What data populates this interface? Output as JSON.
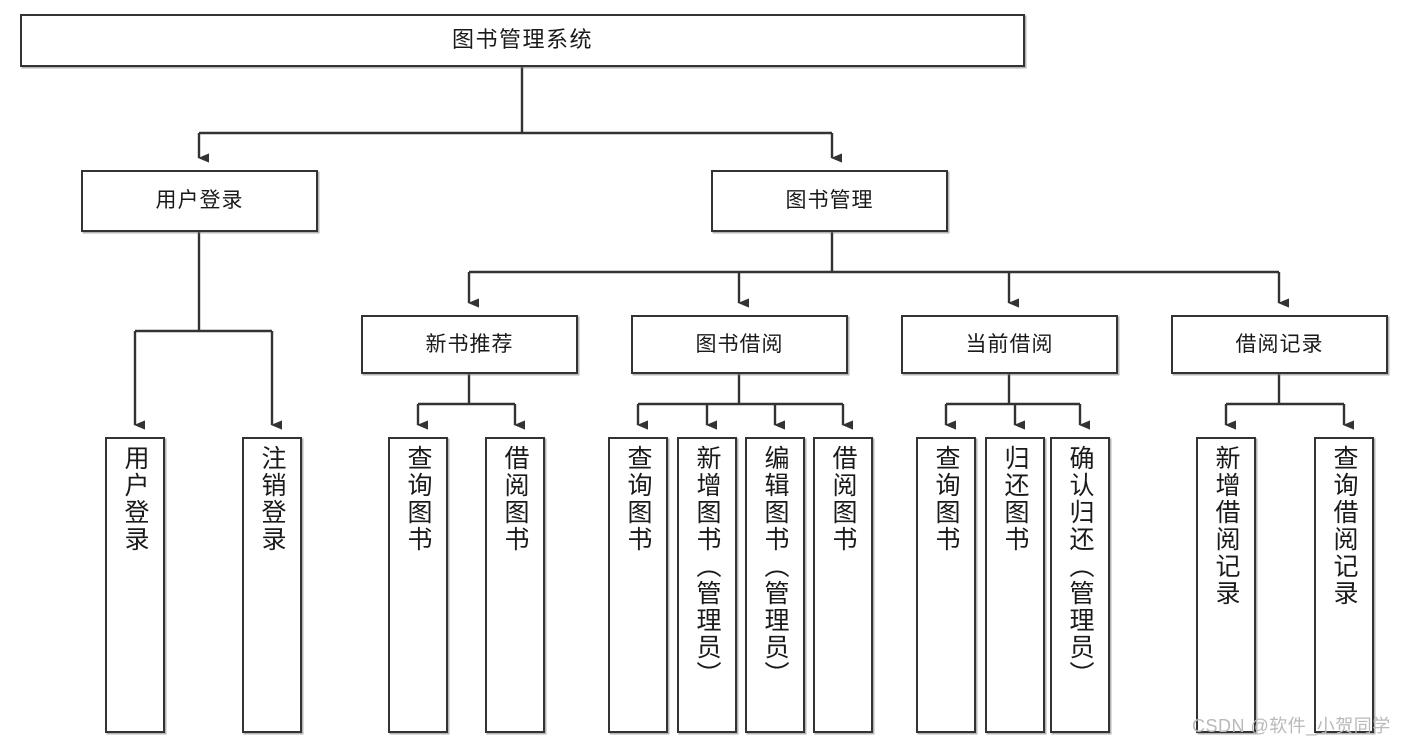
{
  "diagram": {
    "title": "图书管理系统",
    "type": "hierarchy-tree",
    "root": {
      "label": "图书管理系统"
    },
    "level2": [
      {
        "label": "用户登录"
      },
      {
        "label": "图书管理"
      }
    ],
    "level3": [
      {
        "label": "新书推荐"
      },
      {
        "label": "图书借阅"
      },
      {
        "label": "当前借阅"
      },
      {
        "label": "借阅记录"
      }
    ],
    "leaves": {
      "user_login": [
        {
          "label": "用户登录"
        },
        {
          "label": "注销登录"
        }
      ],
      "new_book_recommend": [
        {
          "label": "查询图书"
        },
        {
          "label": "借阅图书"
        }
      ],
      "book_borrow": [
        {
          "label": "查询图书"
        },
        {
          "label": "新增图书（管理员）"
        },
        {
          "label": "编辑图书（管理员）"
        },
        {
          "label": "借阅图书"
        }
      ],
      "current_borrow": [
        {
          "label": "查询图书"
        },
        {
          "label": "归还图书"
        },
        {
          "label": "确认归还（管理员）"
        }
      ],
      "borrow_record": [
        {
          "label": "新增借阅记录"
        },
        {
          "label": "查询借阅记录"
        }
      ]
    }
  },
  "watermark": {
    "text": "CSDN @软件_小贺同学"
  },
  "colors": {
    "box_border": "#333333",
    "box_fill": "#ffffff",
    "line": "#333333",
    "text": "#1a1a1a",
    "watermark": "#b9b9b9"
  }
}
